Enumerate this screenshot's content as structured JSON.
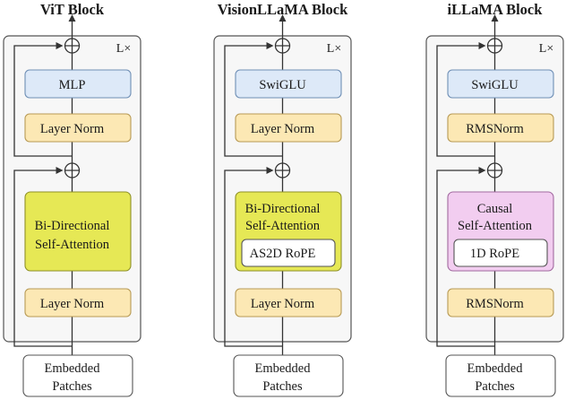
{
  "blocks": [
    {
      "title": "ViT Block",
      "repeat": "L×",
      "ffn": "MLP",
      "norm_top": "Layer Norm",
      "attn_lines": [
        "Bi-Directional",
        "Self-Attention"
      ],
      "pos_emb": "",
      "norm_bottom": "Layer Norm",
      "input_lines": [
        "Embedded",
        "Patches"
      ]
    },
    {
      "title": "VisionLLaMA Block",
      "repeat": "L×",
      "ffn": "SwiGLU",
      "norm_top": "Layer Norm",
      "attn_lines": [
        "Bi-Directional",
        "Self-Attention"
      ],
      "pos_emb": "AS2D RoPE",
      "norm_bottom": "Layer Norm",
      "input_lines": [
        "Embedded",
        "Patches"
      ]
    },
    {
      "title": "iLLaMA Block",
      "repeat": "L×",
      "ffn": "SwiGLU",
      "norm_top": "RMSNorm",
      "attn_lines": [
        "Causal",
        "Self-Attention"
      ],
      "pos_emb": "1D RoPE",
      "norm_bottom": "RMSNorm",
      "input_lines": [
        "Embedded",
        "Patches"
      ]
    }
  ],
  "colors": {
    "ffn": "#dde9f8",
    "ffn_stroke": "#6f8fb5",
    "norm": "#fce8b4",
    "norm_stroke": "#b89a55",
    "attn_bidir": "#e6e855",
    "attn_bidir_stroke": "#8f9128",
    "attn_causal": "#f2cdf0",
    "attn_causal_stroke": "#a26aa0",
    "block_bg": "#f7f7f7",
    "block_stroke": "#555555",
    "line": "#333333"
  }
}
